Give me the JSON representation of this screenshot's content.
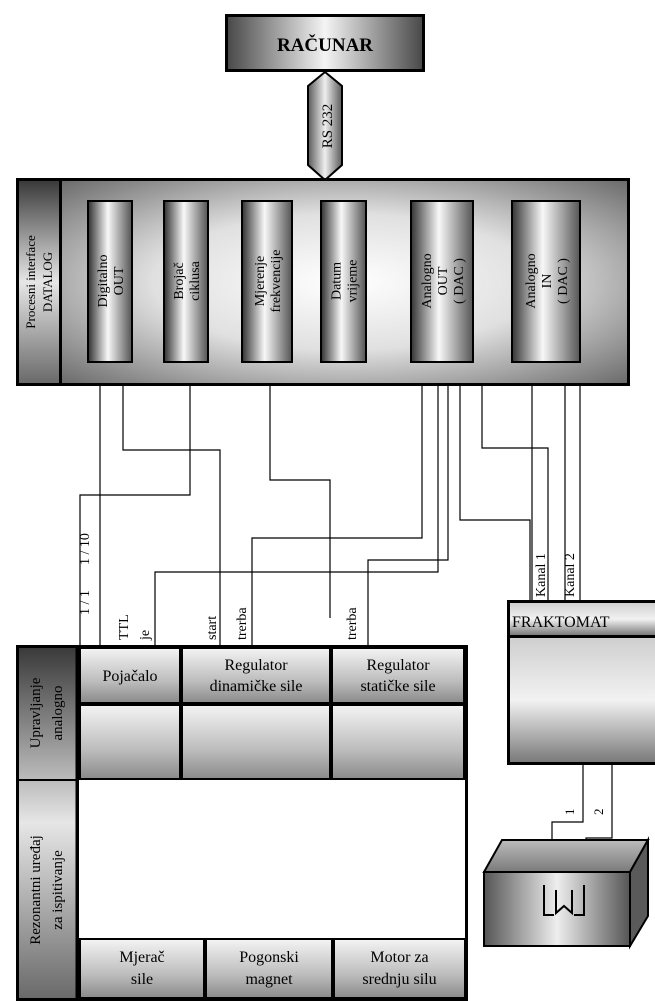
{
  "computer": {
    "label": "RAČUNAR"
  },
  "link": {
    "label": "RS 232"
  },
  "datalog": {
    "label_line1": "Procesni interface",
    "label_line2": "DATALOG",
    "modules": [
      {
        "line1": "Digitalno",
        "line2": "OUT",
        "line3": ""
      },
      {
        "line1": "Brojač",
        "line2": "ciklusa",
        "line3": ""
      },
      {
        "line1": "Mjerenje",
        "line2": "frekvencije",
        "line3": ""
      },
      {
        "line1": "Datum",
        "line2": "vrijeme",
        "line3": ""
      },
      {
        "line1": "Analogno",
        "line2": "OUT",
        "line3": "( DAC )"
      },
      {
        "line1": "Analogno",
        "line2": "IN",
        "line3": "( DAC )"
      }
    ]
  },
  "signals": {
    "s1": "1 / 1",
    "s2": "1 / 10",
    "s3": "TTL",
    "s4": "je",
    "s5": "start",
    "s6": "trerba",
    "s7": "trerba",
    "kanal1": "Kanal  1",
    "kanal2": "Kanal  2"
  },
  "fraktomat": {
    "label": "FRAKTOMAT",
    "wire1": "1",
    "wire2": "2"
  },
  "rezonator": {
    "side_line1": "Rezonantni uređaj",
    "side_line2": "za ispitivanje",
    "control_line1": "Upravljanje",
    "control_line2": "analogno",
    "cells": [
      {
        "line1": "Pojačalo",
        "line2": ""
      },
      {
        "line1": "Regulator",
        "line2": "dinamičke sile"
      },
      {
        "line1": "Regulator",
        "line2": "statičke sile"
      }
    ],
    "bottom": [
      {
        "line1": "Mjerač",
        "line2": "sile"
      },
      {
        "line1": "Pogonski",
        "line2": "magnet"
      },
      {
        "line1": "Motor za",
        "line2": "srednju silu"
      }
    ]
  }
}
